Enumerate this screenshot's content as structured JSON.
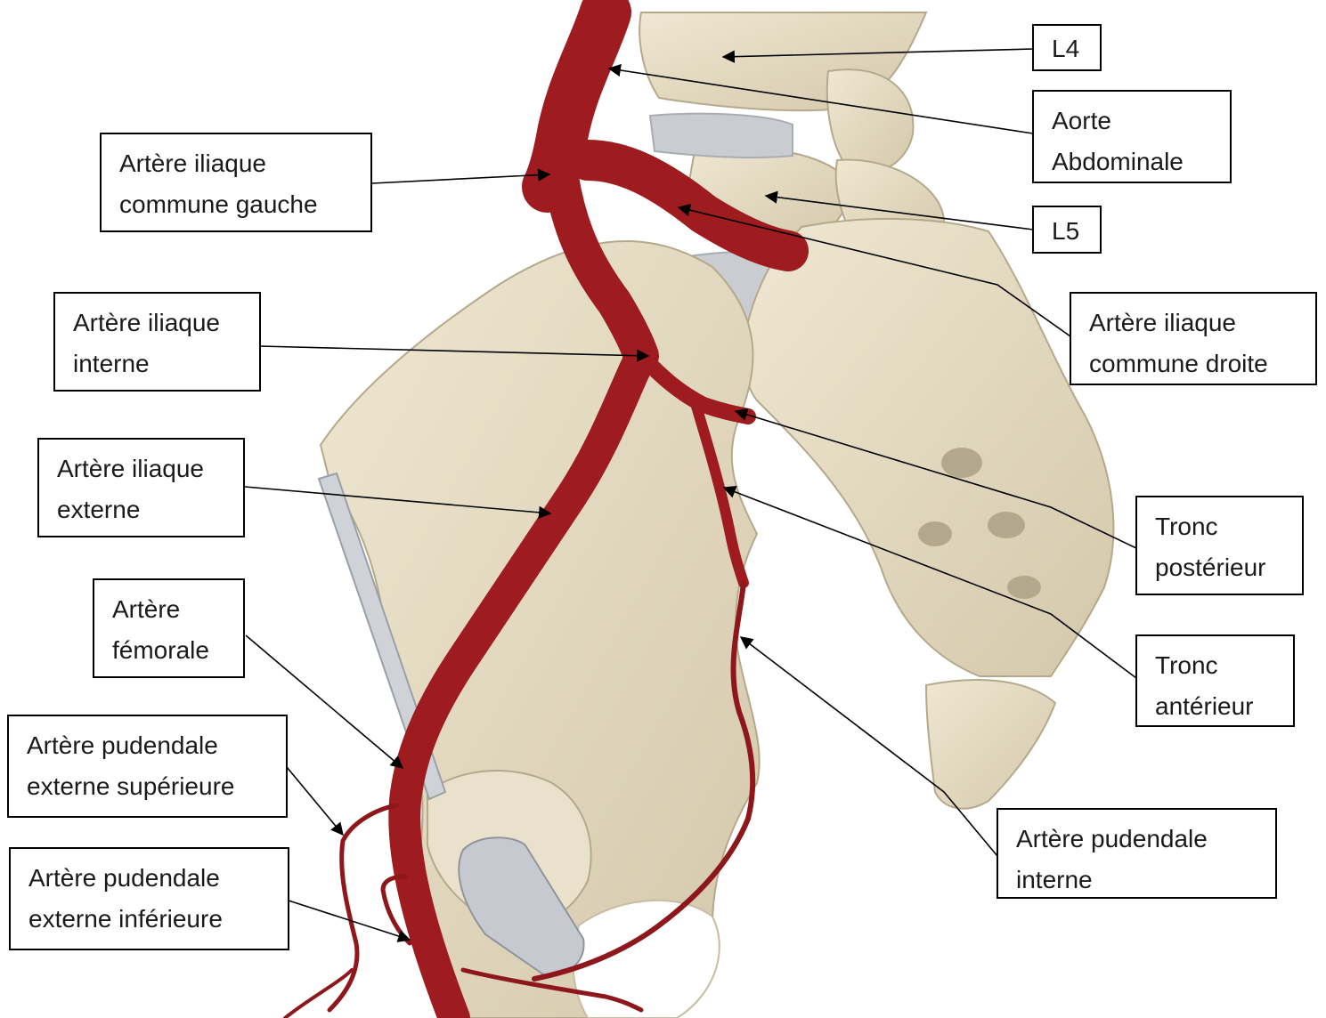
{
  "colors": {
    "artery": "#9e1b1f",
    "artery_dark": "#6e0f12",
    "bone": "#e6dcc4",
    "bone_shadow": "#c9bda1",
    "ligament": "#c8ccd0",
    "catheter": "#cfd3d8",
    "background": "#ffffff"
  },
  "labels": {
    "l4": {
      "lines": [
        "L4"
      ]
    },
    "aorte_abdominale": {
      "lines": [
        "Aorte",
        "Abdominale"
      ]
    },
    "iliaque_commune_gauche": {
      "lines": [
        "Artère iliaque",
        "commune gauche"
      ]
    },
    "l5": {
      "lines": [
        "L5"
      ]
    },
    "iliaque_commune_droite": {
      "lines": [
        "Artère iliaque",
        "commune droite"
      ]
    },
    "iliaque_interne": {
      "lines": [
        "Artère iliaque",
        "interne"
      ]
    },
    "iliaque_externe": {
      "lines": [
        "Artère iliaque",
        "externe"
      ]
    },
    "tronc_posterieur": {
      "lines": [
        "Tronc",
        "postérieur"
      ]
    },
    "femorale": {
      "lines": [
        "Artère",
        "fémorale"
      ]
    },
    "tronc_anterieur": {
      "lines": [
        "Tronc",
        "antérieur"
      ]
    },
    "pudendale_ext_sup": {
      "lines": [
        "Artère pudendale",
        "externe supérieure"
      ]
    },
    "pudendale_interne": {
      "lines": [
        "Artère pudendale",
        "interne"
      ]
    },
    "pudendale_ext_inf": {
      "lines": [
        "Artère pudendale",
        "externe inférieure"
      ]
    }
  }
}
